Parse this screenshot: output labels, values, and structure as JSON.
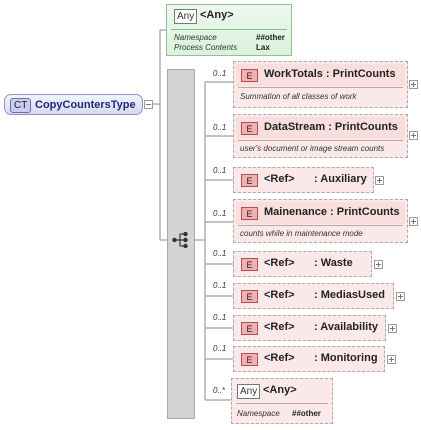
{
  "complex_type": {
    "badge": "CT",
    "name": "CopyCountersType"
  },
  "any_attribute": {
    "badge": "Any",
    "title": "<Any>",
    "namespace_label": "Namespace",
    "namespace_value": "##other",
    "process_label": "Process Contents",
    "process_value": "Lax"
  },
  "elements": [
    {
      "cardinality": "0..1",
      "badge": "E",
      "name": "WorkTotals : PrintCounts",
      "doc": "Summation of all classes of work"
    },
    {
      "cardinality": "0..1",
      "badge": "E",
      "name": "DataStream : PrintCounts",
      "doc": "user's document or image stream counts"
    },
    {
      "cardinality": "0..1",
      "badge": "E",
      "ref": "<Ref>",
      "name": ": Auxiliary"
    },
    {
      "cardinality": "0..1",
      "badge": "E",
      "name": "Mainenance : PrintCounts",
      "doc": "counts while in maintenance mode"
    },
    {
      "cardinality": "0..1",
      "badge": "E",
      "ref": "<Ref>",
      "name": ": Waste"
    },
    {
      "cardinality": "0..1",
      "badge": "E",
      "ref": "<Ref>",
      "name": ": MediasUsed"
    },
    {
      "cardinality": "0..1",
      "badge": "E",
      "ref": "<Ref>",
      "name": ": Availability"
    },
    {
      "cardinality": "0..1",
      "badge": "E",
      "ref": "<Ref>",
      "name": ": Monitoring"
    }
  ],
  "any_element": {
    "cardinality": "0..*",
    "badge": "Any",
    "title": "<Any>",
    "namespace_label": "Namespace",
    "namespace_value": "##other"
  },
  "colors": {
    "complex_type": "#dcdef5",
    "attribute": "#e2f5e2",
    "element": "#fbe9e9",
    "sequence": "#d4d4d4"
  }
}
